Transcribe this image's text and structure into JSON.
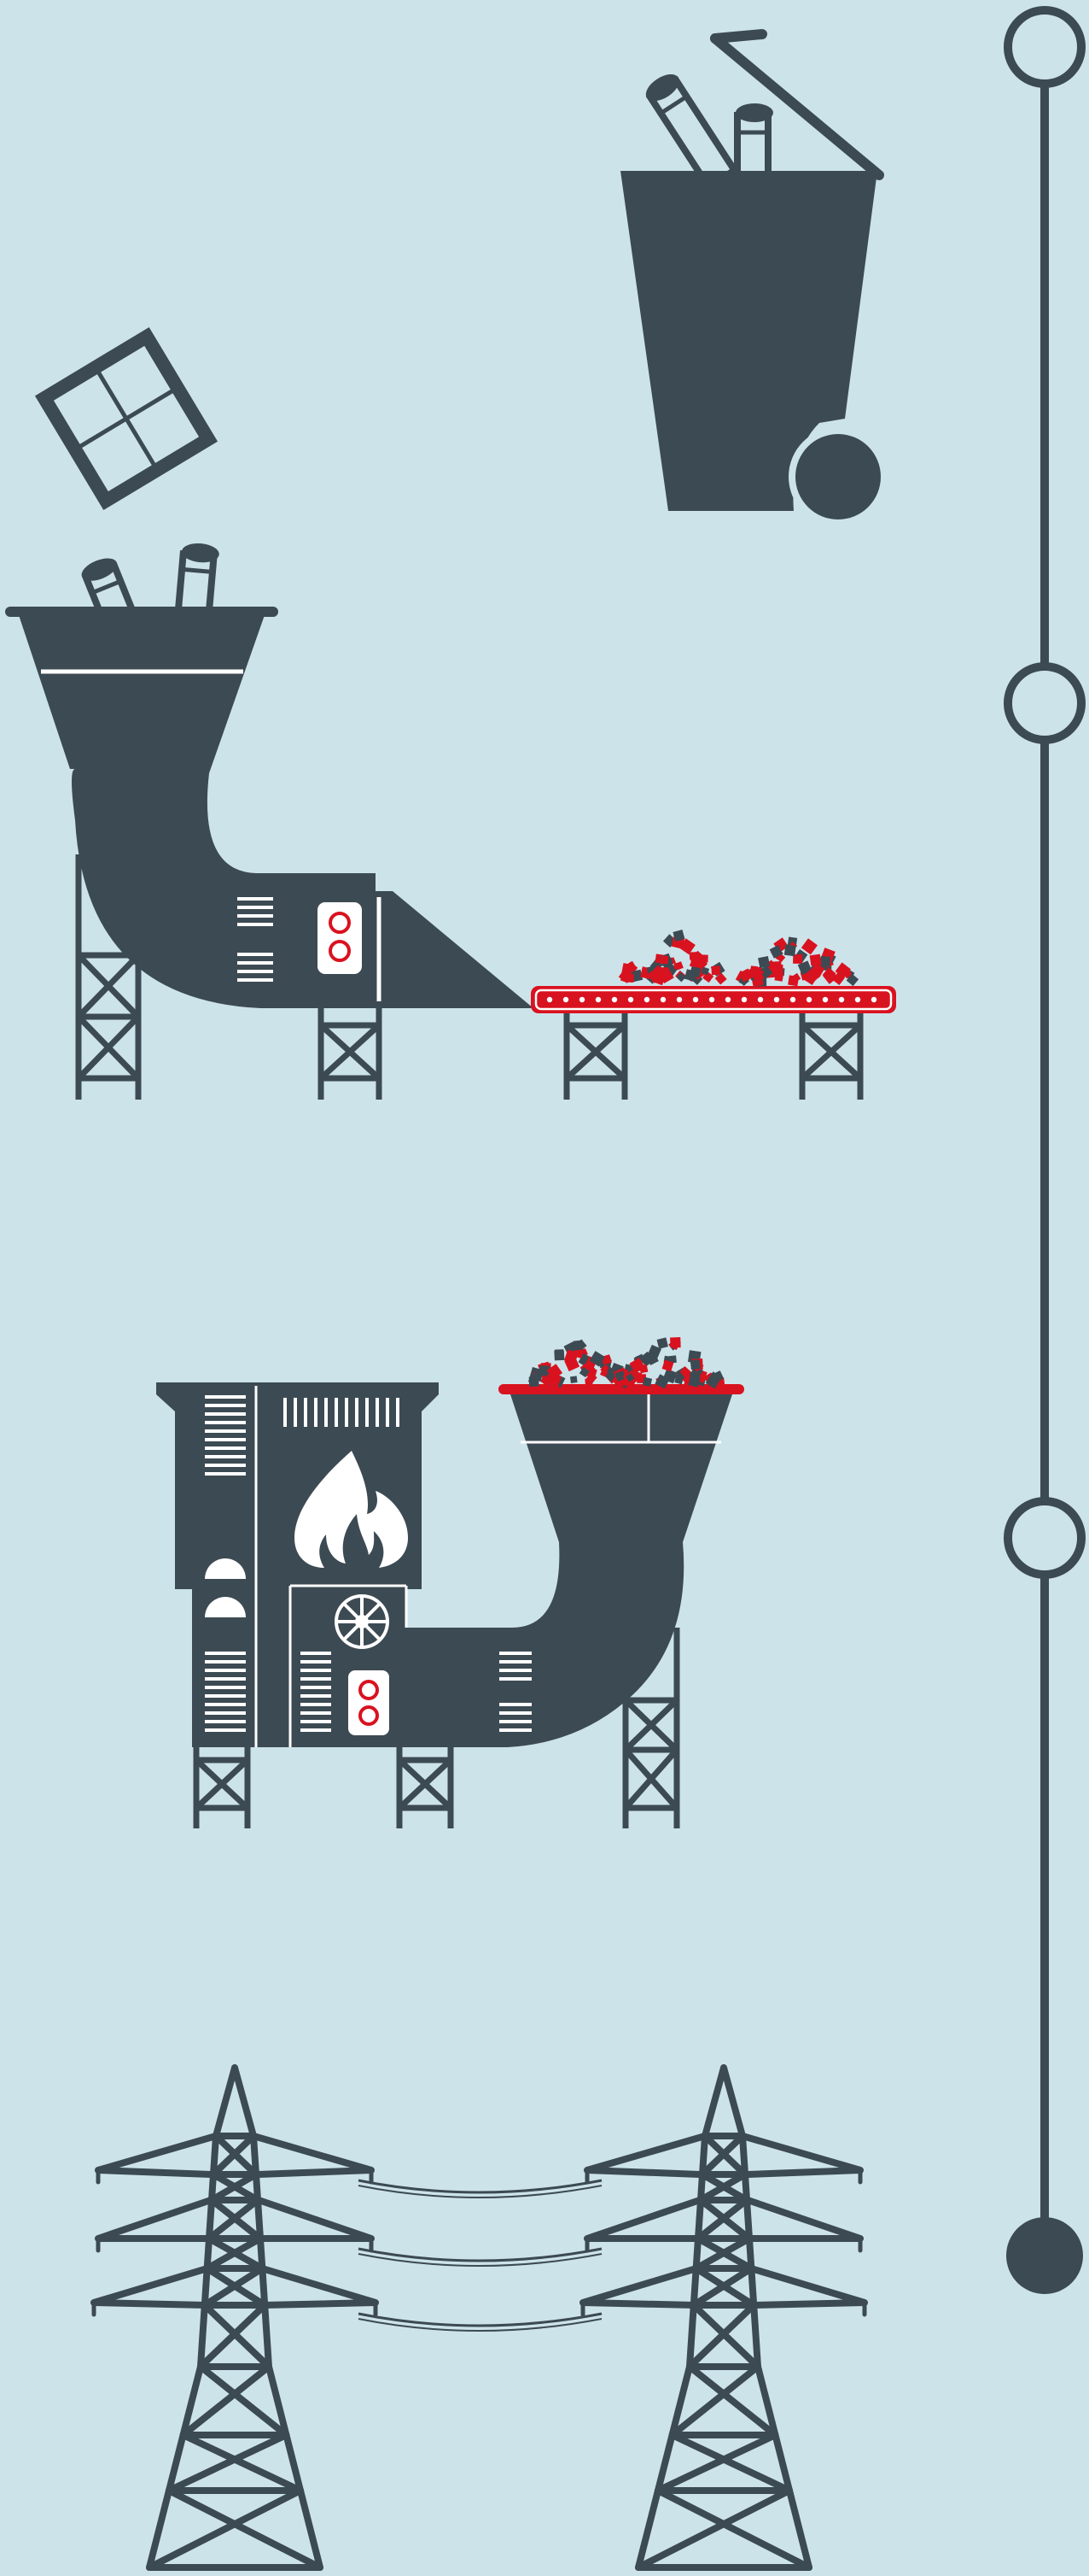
{
  "colors": {
    "background": "#cde3ea",
    "dark": "#3c4a53",
    "accent_red": "#d9121f",
    "white": "#ffffff"
  },
  "timeline": {
    "steps": [
      {
        "name": "waste-collection",
        "marker": "hollow"
      },
      {
        "name": "shredding",
        "marker": "hollow"
      },
      {
        "name": "incineration",
        "marker": "hollow"
      },
      {
        "name": "power-transmission",
        "marker": "filled"
      }
    ]
  },
  "icons": [
    "waste-bin-icon",
    "bottle-icon",
    "window-frame-icon",
    "shredder-machine-icon",
    "conveyor-belt-icon",
    "shredded-waste-icon",
    "incinerator-icon",
    "flame-icon",
    "fan-icon",
    "power-pylon-icon",
    "power-line-icon"
  ]
}
